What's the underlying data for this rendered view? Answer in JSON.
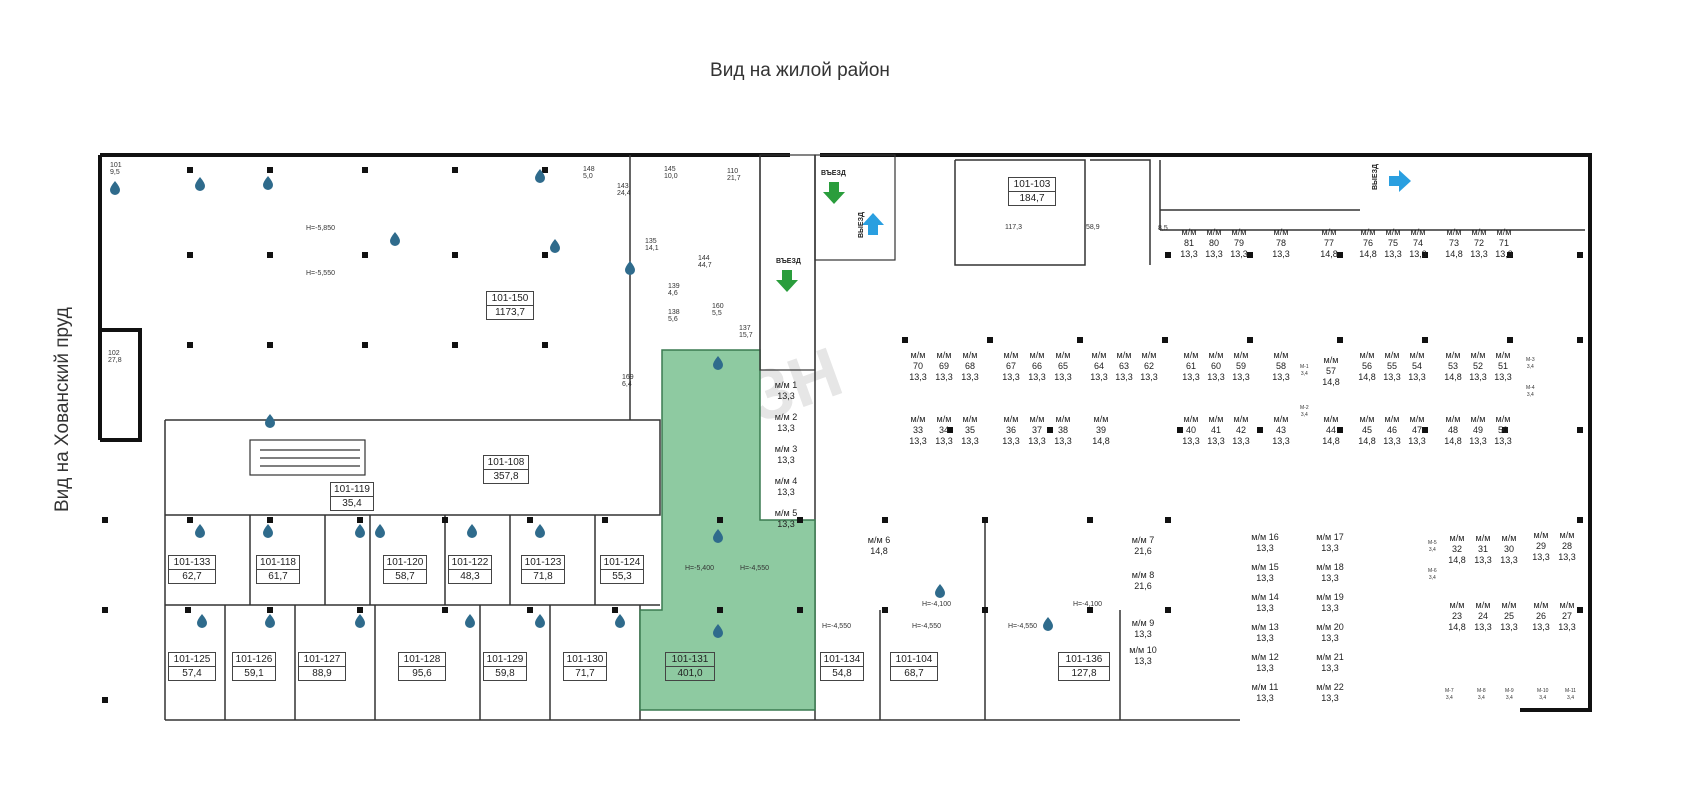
{
  "labels": {
    "top_view": "Вид на жилой район",
    "left_view": "Вид на Хованский пруд",
    "entry": "ВЪЕЗД",
    "exit": "ВЫЕЗД",
    "watermark": "ЗН"
  },
  "colors": {
    "selected_fill": "#8ecaa1",
    "entry_arrow": "#2a9d3c",
    "exit_arrow": "#2a9fe0",
    "drop_icon": "#2f6b8c",
    "wall": "#111111"
  },
  "units": [
    {
      "id": "101-150",
      "area": "1173,7"
    },
    {
      "id": "101-108",
      "area": "357,8"
    },
    {
      "id": "101-119",
      "area": "35,4"
    },
    {
      "id": "101-133",
      "area": "62,7"
    },
    {
      "id": "101-118",
      "area": "61,7"
    },
    {
      "id": "101-120",
      "area": "58,7"
    },
    {
      "id": "101-122",
      "area": "48,3"
    },
    {
      "id": "101-123",
      "area": "71,8"
    },
    {
      "id": "101-124",
      "area": "55,3"
    },
    {
      "id": "101-125",
      "area": "57,4"
    },
    {
      "id": "101-126",
      "area": "59,1"
    },
    {
      "id": "101-127",
      "area": "88,9"
    },
    {
      "id": "101-128",
      "area": "95,6"
    },
    {
      "id": "101-129",
      "area": "59,8"
    },
    {
      "id": "101-130",
      "area": "71,7"
    },
    {
      "id": "101-131",
      "area": "401,0",
      "selected": true
    },
    {
      "id": "101-134",
      "area": "54,8"
    },
    {
      "id": "101-104",
      "area": "68,7"
    },
    {
      "id": "101-136",
      "area": "127,8"
    },
    {
      "id": "101-103",
      "area": "184,7"
    }
  ],
  "small_labels": {
    "r101": "101\n9,5",
    "r102": "102\n27,8",
    "r148": "148\n5,0",
    "r145": "145\n10,0",
    "r110": "110\n21,7",
    "r143": "143\n24,4",
    "r135": "135\n14,1",
    "r144": "144\n44,7",
    "r139": "139\n4,6",
    "r138": "138\n5,6",
    "r160": "160\n5,5",
    "r137": "137\n15,7",
    "r169": "169\n6,4",
    "a1173": "117,3",
    "a589": "58,9",
    "a85": "8,5",
    "h5850": "H=-5,850",
    "h5550": "H=-5,550",
    "h5400": "H=-5,400",
    "h4550a": "H=-4,550",
    "h4550b": "H=-4,550",
    "h4550c": "H=-4,550",
    "h4550d": "H=-4,550",
    "h4100a": "H=-4,100",
    "h4100b": "H=-4,100"
  },
  "parking_prefix": "м/м",
  "parking": [
    {
      "n": "81",
      "a": "13,3"
    },
    {
      "n": "80",
      "a": "13,3"
    },
    {
      "n": "79",
      "a": "13,3"
    },
    {
      "n": "78",
      "a": "13,3"
    },
    {
      "n": "77",
      "a": "14,8"
    },
    {
      "n": "76",
      "a": "14,8"
    },
    {
      "n": "75",
      "a": "13,3"
    },
    {
      "n": "74",
      "a": "13,3"
    },
    {
      "n": "73",
      "a": "14,8"
    },
    {
      "n": "72",
      "a": "13,3"
    },
    {
      "n": "71",
      "a": "13,3"
    },
    {
      "n": "70",
      "a": "13,3"
    },
    {
      "n": "69",
      "a": "13,3"
    },
    {
      "n": "68",
      "a": "13,3"
    },
    {
      "n": "67",
      "a": "13,3"
    },
    {
      "n": "66",
      "a": "13,3"
    },
    {
      "n": "65",
      "a": "13,3"
    },
    {
      "n": "64",
      "a": "13,3"
    },
    {
      "n": "63",
      "a": "13,3"
    },
    {
      "n": "62",
      "a": "13,3"
    },
    {
      "n": "61",
      "a": "13,3"
    },
    {
      "n": "60",
      "a": "13,3"
    },
    {
      "n": "59",
      "a": "13,3"
    },
    {
      "n": "58",
      "a": "13,3"
    },
    {
      "n": "57",
      "a": "14,8"
    },
    {
      "n": "56",
      "a": "14,8"
    },
    {
      "n": "55",
      "a": "13,3"
    },
    {
      "n": "54",
      "a": "13,3"
    },
    {
      "n": "53",
      "a": "14,8"
    },
    {
      "n": "52",
      "a": "13,3"
    },
    {
      "n": "51",
      "a": "13,3"
    },
    {
      "n": "33",
      "a": "13,3"
    },
    {
      "n": "34",
      "a": "13,3"
    },
    {
      "n": "35",
      "a": "13,3"
    },
    {
      "n": "36",
      "a": "13,3"
    },
    {
      "n": "37",
      "a": "13,3"
    },
    {
      "n": "38",
      "a": "13,3"
    },
    {
      "n": "39",
      "a": "14,8"
    },
    {
      "n": "40",
      "a": "13,3"
    },
    {
      "n": "41",
      "a": "13,3"
    },
    {
      "n": "42",
      "a": "13,3"
    },
    {
      "n": "43",
      "a": "13,3"
    },
    {
      "n": "44",
      "a": "14,8"
    },
    {
      "n": "45",
      "a": "14,8"
    },
    {
      "n": "46",
      "a": "13,3"
    },
    {
      "n": "47",
      "a": "13,3"
    },
    {
      "n": "48",
      "a": "14,8"
    },
    {
      "n": "49",
      "a": "13,3"
    },
    {
      "n": "50",
      "a": "13,3"
    },
    {
      "n": "1",
      "a": "13,3"
    },
    {
      "n": "2",
      "a": "13,3"
    },
    {
      "n": "3",
      "a": "13,3"
    },
    {
      "n": "4",
      "a": "13,3"
    },
    {
      "n": "5",
      "a": "13,3"
    },
    {
      "n": "6",
      "a": "14,8"
    },
    {
      "n": "7",
      "a": "21,6"
    },
    {
      "n": "8",
      "a": "21,6"
    },
    {
      "n": "9",
      "a": "13,3"
    },
    {
      "n": "10",
      "a": "13,3"
    },
    {
      "n": "16",
      "a": "13,3"
    },
    {
      "n": "15",
      "a": "13,3"
    },
    {
      "n": "14",
      "a": "13,3"
    },
    {
      "n": "13",
      "a": "13,3"
    },
    {
      "n": "12",
      "a": "13,3"
    },
    {
      "n": "11",
      "a": "13,3"
    },
    {
      "n": "17",
      "a": "13,3"
    },
    {
      "n": "18",
      "a": "13,3"
    },
    {
      "n": "19",
      "a": "13,3"
    },
    {
      "n": "20",
      "a": "13,3"
    },
    {
      "n": "21",
      "a": "13,3"
    },
    {
      "n": "22",
      "a": "13,3"
    },
    {
      "n": "32",
      "a": "14,8"
    },
    {
      "n": "31",
      "a": "13,3"
    },
    {
      "n": "30",
      "a": "13,3"
    },
    {
      "n": "29",
      "a": "13,3"
    },
    {
      "n": "28",
      "a": "13,3"
    },
    {
      "n": "23",
      "a": "14,8"
    },
    {
      "n": "24",
      "a": "13,3"
    },
    {
      "n": "25",
      "a": "13,3"
    },
    {
      "n": "26",
      "a": "13,3"
    },
    {
      "n": "27",
      "a": "13,3"
    }
  ],
  "moto_prefix": "М-",
  "moto": [
    {
      "n": "1",
      "a": "3,4"
    },
    {
      "n": "2",
      "a": "3,4"
    },
    {
      "n": "3",
      "a": "3,4"
    },
    {
      "n": "4",
      "a": "3,4"
    },
    {
      "n": "5",
      "a": "3,4"
    },
    {
      "n": "6",
      "a": "3,4"
    },
    {
      "n": "7",
      "a": "3,4"
    },
    {
      "n": "8",
      "a": "3,4"
    },
    {
      "n": "9",
      "a": "3,4"
    },
    {
      "n": "10",
      "a": "3,4"
    },
    {
      "n": "11",
      "a": "3,4"
    }
  ]
}
